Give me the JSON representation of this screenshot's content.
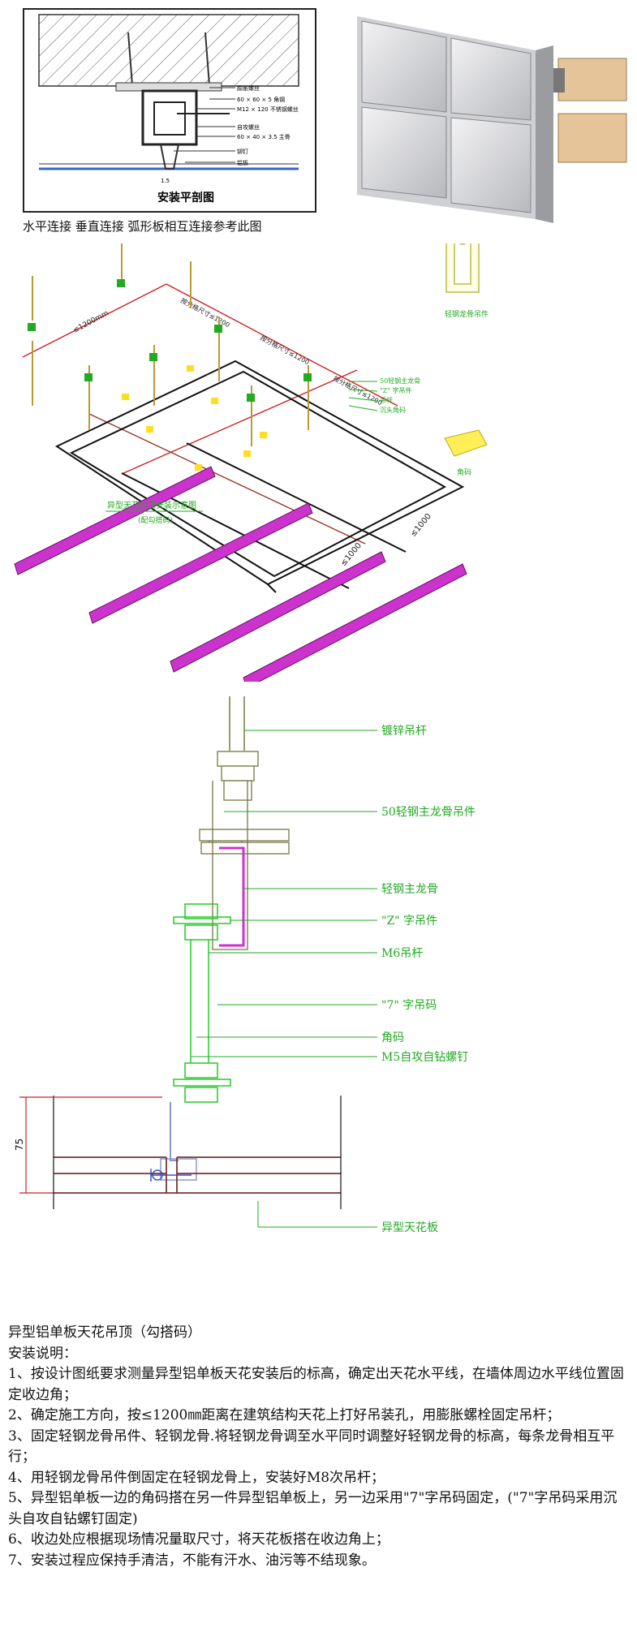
{
  "top": {
    "section_plan": {
      "title": "安装平剖图",
      "labels": [
        "膨胀螺丝",
        "60 × 60 × 5 角钢",
        "M12 × 120 不锈钢螺丝",
        "自攻螺丝",
        "60 × 40 × 3.5 主骨",
        "铆钉",
        "铝板"
      ],
      "dim": "1.5"
    },
    "caption": "水平连接 垂直连接 弧形板相互连接参考此图"
  },
  "iso": {
    "dims": [
      "≤1200mm",
      "按分格尺寸≤1200",
      "按分格尺寸≤1200",
      "按分格尺寸≤1200",
      "≤1000",
      "≤1000"
    ],
    "callouts": [
      "50轻钢主龙骨",
      "\"Z\" 字吊件",
      "吊杆",
      "沉头角码"
    ],
    "title": "异型天花吊顶安装示意图",
    "subtitle": "(配勾搭码)",
    "legend": {
      "hanger_label": "轻钢龙骨吊件",
      "corner_label": "角码"
    }
  },
  "detail": {
    "labels": [
      "镀锌吊杆",
      "50轻钢主龙骨吊件",
      "轻钢主龙骨",
      "\"Z\" 字吊件",
      "M6吊杆",
      "\"7\" 字吊码",
      "角码",
      "M5自攻自钻螺钉",
      "异型天花板"
    ],
    "dim": "75"
  },
  "instructions": {
    "heading": "异型铝单板天花吊顶（勾搭码）",
    "subheading": "安装说明：",
    "steps": [
      "1、按设计图纸要求测量异型铝单板天花安装后的标高，确定出天花水平线，在墙体周边水平线位置固定收边角；",
      "2、确定施工方向，按≤1200㎜距离在建筑结构天花上打好吊装孔，用膨胀螺栓固定吊杆；",
      "3、固定轻钢龙骨吊件、轻钢龙骨.将轻钢龙骨调至水平同时调整好轻钢龙骨的标高，每条龙骨相互平行；",
      "4、用轻钢龙骨吊件倒固定在轻钢龙骨上，安装好M8次吊杆；",
      "5、异型铝单板一边的角码搭在另一件异型铝单板上，另一边采用\"7\"字吊码固定，(\"7\"字吊码采用沉头自攻自钻螺钉固定)",
      "6、收边处应根据现场情况量取尺寸，将天花板搭在收边角上；",
      "7、安装过程应保持手清洁，不能有汗水、油污等不结现象。"
    ]
  }
}
